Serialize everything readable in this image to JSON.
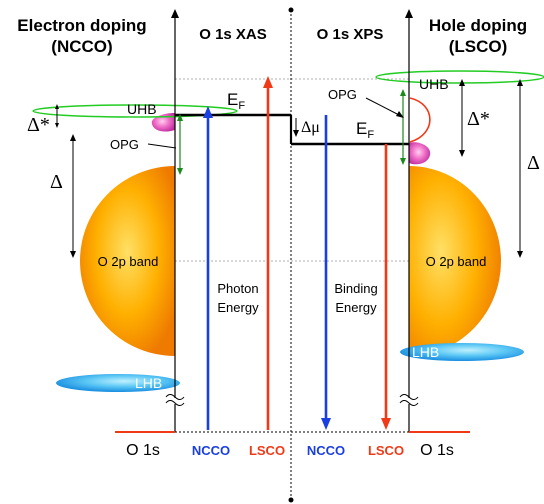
{
  "header": {
    "left_title": "Electron doping",
    "left_subtitle": "(NCCO)",
    "right_title": "Hole doping",
    "right_subtitle": "(LSCO)",
    "center_left": "O 1s XAS",
    "center_right": "O 1s XPS"
  },
  "labels": {
    "uhb_left": "UHB",
    "uhb_right": "UHB",
    "opg_left": "OPG",
    "opg_right": "OPG",
    "delta_star_left": "Δ*",
    "delta_star_right": "Δ*",
    "delta_left": "Δ",
    "delta_right": "Δ",
    "o2p_left": "O 2p band",
    "o2p_right": "O 2p band",
    "lhb_left": "LHB",
    "lhb_right": "LHB",
    "ef_left_main": "E",
    "ef_left_sub": "F",
    "ef_right_main": "E",
    "ef_right_sub": "F",
    "delta_mu": "Δμ",
    "photon_line1": "Photon",
    "photon_line2": "Energy",
    "binding_line1": "Binding",
    "binding_line2": "Energy",
    "o1s_left": "O 1s",
    "o1s_right": "O 1s"
  },
  "footer": {
    "ncco_xas": "NCCO",
    "lsco_xas": "LSCO",
    "ncco_xps": "NCCO",
    "lsco_xps": "LSCO"
  },
  "colors": {
    "ncco_blue": "#1a3fe0",
    "lsco_red": "#f03a17",
    "green": "#1a8a1a",
    "uhb_ellipse": "#22cc22",
    "pink": "#e050b0",
    "lhb_blue": "#1fa0e6"
  }
}
